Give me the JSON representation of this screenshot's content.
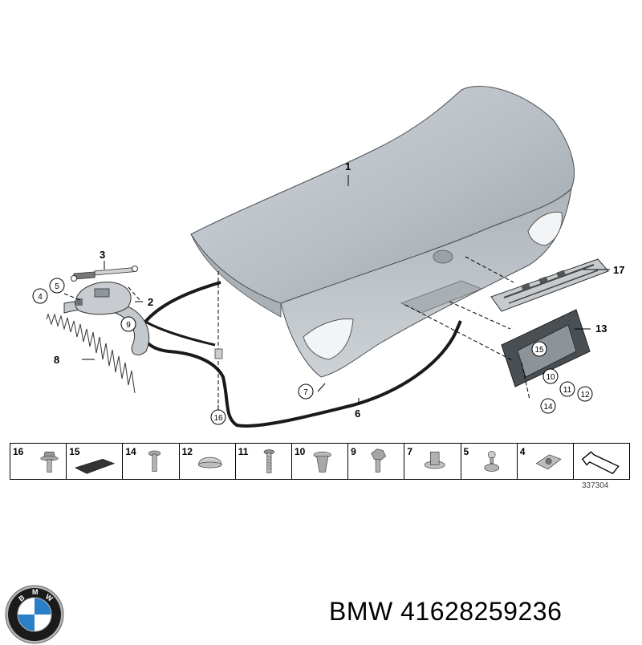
{
  "diagram": {
    "callouts": {
      "p1": "1",
      "p2": "2",
      "p3": "3",
      "p4": "4",
      "p5": "5",
      "p6": "6",
      "p7": "7",
      "p8": "8",
      "p9": "9",
      "p10": "10",
      "p11": "11",
      "p12": "12",
      "p13": "13",
      "p14": "14",
      "p15": "15",
      "p16": "16",
      "p17": "17"
    },
    "legend_numbers": [
      "16",
      "15",
      "14",
      "12",
      "11",
      "10",
      "9",
      "7",
      "5",
      "4"
    ],
    "diagram_code": "337304"
  },
  "logo": {
    "letters": [
      "B",
      "M",
      "W"
    ],
    "colors": {
      "blue": "#2a7fc7",
      "white": "#ffffff",
      "ring": "#1b1b1b",
      "chrome": "#b5b5b5"
    }
  },
  "caption": {
    "brand": "BMW",
    "part_number": "41628259236"
  },
  "colors": {
    "body_panel": "#b9c0c6",
    "line": "#000000"
  }
}
